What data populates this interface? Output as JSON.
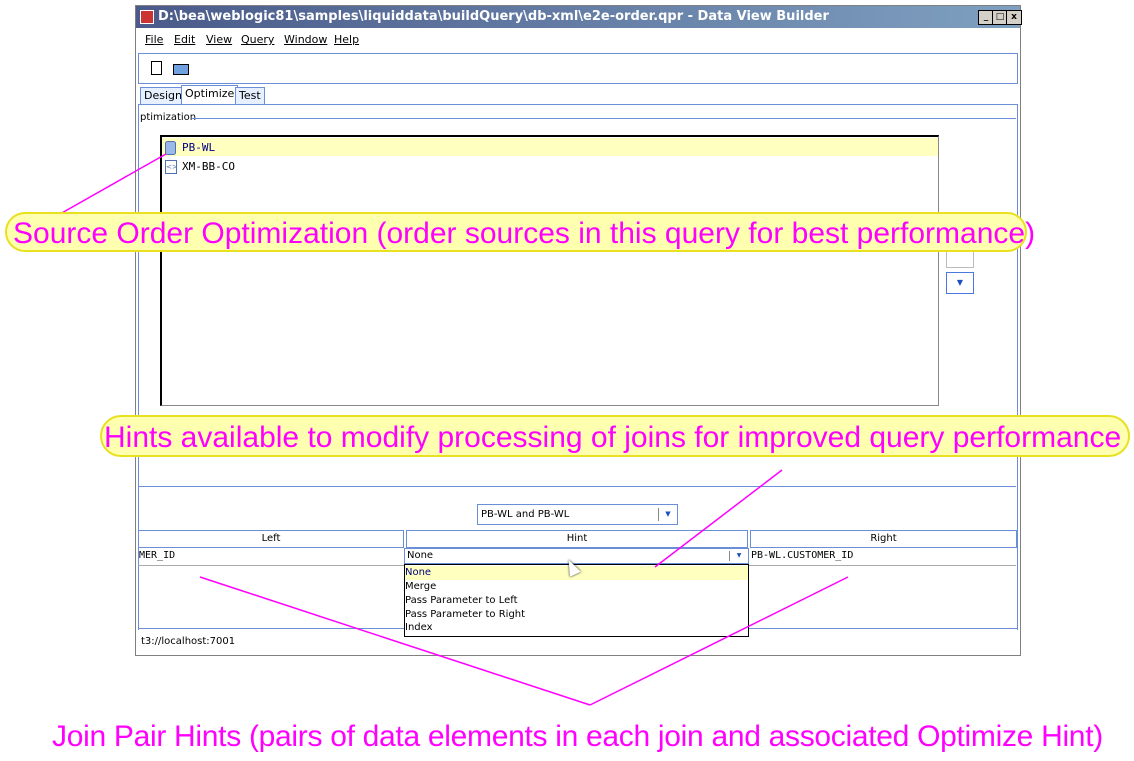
{
  "window": {
    "title": "D:\\bea\\weblogic81\\samples\\liquiddata\\buildQuery\\db-xml\\e2e-order.qpr - Data View Builder",
    "minimize": "_",
    "maximize": "□",
    "close": "x"
  },
  "menu": [
    "File",
    "Edit",
    "View",
    "Query",
    "Window",
    "Help"
  ],
  "tabs": [
    "Design",
    "Optimize",
    "Test"
  ],
  "section_label": "ptimization",
  "sources": [
    "PB-WL",
    "XM-BB-CO"
  ],
  "join_select": "PB-WL and PB-WL",
  "table": {
    "headers": [
      "Left",
      "Hint",
      "Right"
    ],
    "row": {
      "left": "MER_ID",
      "hint": "None",
      "right": "PB-WL.CUSTOMER_ID"
    }
  },
  "hint_options": [
    "None",
    "Merge",
    "Pass Parameter to Left",
    "Pass Parameter to Right",
    "Index"
  ],
  "status": "t3://localhost:7001",
  "annotations": {
    "source_order": "Source Order Optimization (order sources in this query for best performance)",
    "hints": "Hints available to modify processing of joins for improved query performance",
    "join_pair": "Join Pair Hints (pairs of data elements in each join and associated Optimize Hint)"
  }
}
